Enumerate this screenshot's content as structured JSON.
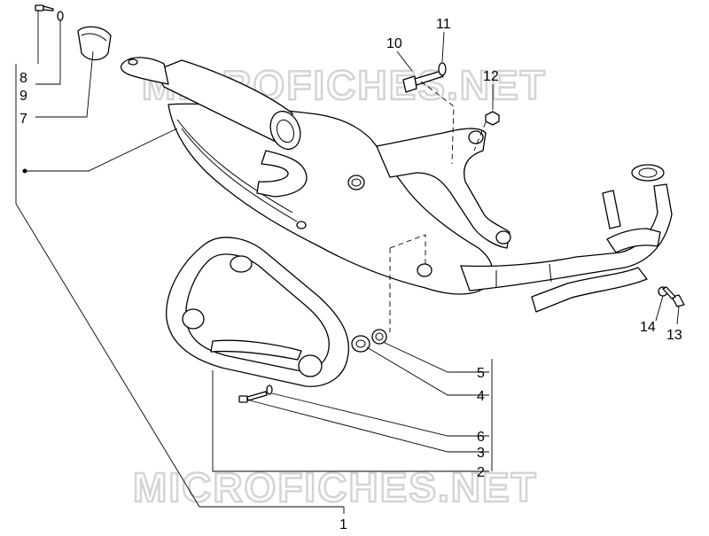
{
  "watermark": {
    "text_top": "MICROFICHES.NET",
    "text_bottom": "MICROFICHES.NET"
  },
  "callouts": [
    {
      "id": "c8",
      "text": "8"
    },
    {
      "id": "c9",
      "text": "9"
    },
    {
      "id": "c7",
      "text": "7"
    },
    {
      "id": "c10",
      "text": "10"
    },
    {
      "id": "c11",
      "text": "11"
    },
    {
      "id": "c12",
      "text": "12"
    },
    {
      "id": "c14",
      "text": "14"
    },
    {
      "id": "c13",
      "text": "13"
    },
    {
      "id": "c5",
      "text": "5"
    },
    {
      "id": "c4",
      "text": "4"
    },
    {
      "id": "c6",
      "text": "6"
    },
    {
      "id": "c3",
      "text": "3"
    },
    {
      "id": "c2",
      "text": "2"
    },
    {
      "id": "c1",
      "text": "1"
    }
  ]
}
